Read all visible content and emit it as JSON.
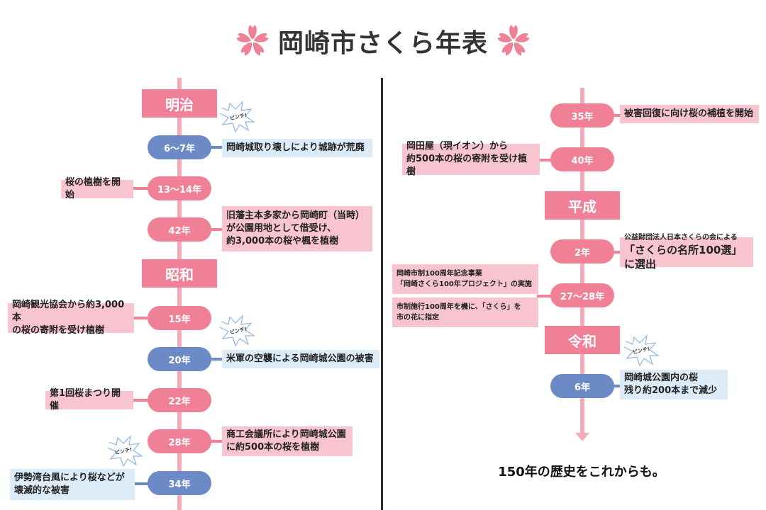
{
  "title": "岡崎市さくら年表",
  "pinch_label": "ピンチ!",
  "colors": {
    "era": "#ef8096",
    "pill_pink": "#ef8096",
    "pill_blue": "#6c8bc6",
    "box_pink": "#f8c4cf",
    "box_blue": "#dcebf8",
    "axis": "#f4aab9",
    "flower": "#ef8096"
  },
  "left": {
    "eras": [
      {
        "label": "明治"
      },
      {
        "label": "昭和"
      }
    ],
    "events": [
      {
        "year": "6〜7年",
        "type": "crisis",
        "side": "right",
        "lines": [
          "岡崎城取り壊しにより城跡が荒廃"
        ]
      },
      {
        "year": "13〜14年",
        "type": "normal",
        "side": "left",
        "lines": [
          "桜の植樹を開始"
        ]
      },
      {
        "year": "42年",
        "type": "normal",
        "side": "right",
        "lines": [
          "旧藩主本多家から岡崎町（当時）",
          "が公園用地として借受け、",
          "約3,000本の桜や楓を植樹"
        ]
      },
      {
        "year": "15年",
        "type": "normal",
        "side": "left",
        "lines": [
          "岡崎観光協会から約3,000本",
          "の桜の寄附を受け植樹"
        ]
      },
      {
        "year": "20年",
        "type": "crisis",
        "side": "right",
        "lines": [
          "米軍の空襲による岡崎城公園の被害"
        ]
      },
      {
        "year": "22年",
        "type": "normal",
        "side": "left",
        "lines": [
          "第1回桜まつり開催"
        ]
      },
      {
        "year": "28年",
        "type": "normal",
        "side": "right",
        "lines": [
          "商工会議所により岡崎城公園",
          "に約500本の桜を植樹"
        ]
      },
      {
        "year": "34年",
        "type": "crisis",
        "side": "left",
        "lines": [
          "伊勢湾台風により桜などが",
          "壊滅的な被害"
        ]
      }
    ]
  },
  "right": {
    "eras": [
      {
        "label": "平成"
      },
      {
        "label": "令和"
      }
    ],
    "events": [
      {
        "year": "35年",
        "type": "normal",
        "side": "right",
        "lines": [
          "被害回復に向け桜の補植を開始"
        ]
      },
      {
        "year": "40年",
        "type": "normal",
        "side": "left",
        "lines": [
          "岡田屋（現イオン）から",
          "約500本の桜の寄附を受け植樹"
        ]
      },
      {
        "year": "2年",
        "type": "normal",
        "side": "right",
        "small": "公益財団法人日本さくらの会による",
        "big": "「さくらの名所100選」に選出"
      },
      {
        "year": "27〜28年",
        "type": "normal",
        "side": "left",
        "boxes": [
          {
            "lines": [
              "岡崎市制100周年記念事業",
              "「岡崎さくら100年プロジェクト」の実施"
            ]
          },
          {
            "lines": [
              "市制施行100周年を機に、「さくら」を",
              "市の花に指定"
            ]
          }
        ]
      },
      {
        "year": "6年",
        "type": "crisis",
        "side": "right",
        "lines": [
          "岡崎城公園内の桜",
          "残り約200本まで減少"
        ]
      }
    ]
  },
  "footer": "150年の歴史をこれからも。"
}
